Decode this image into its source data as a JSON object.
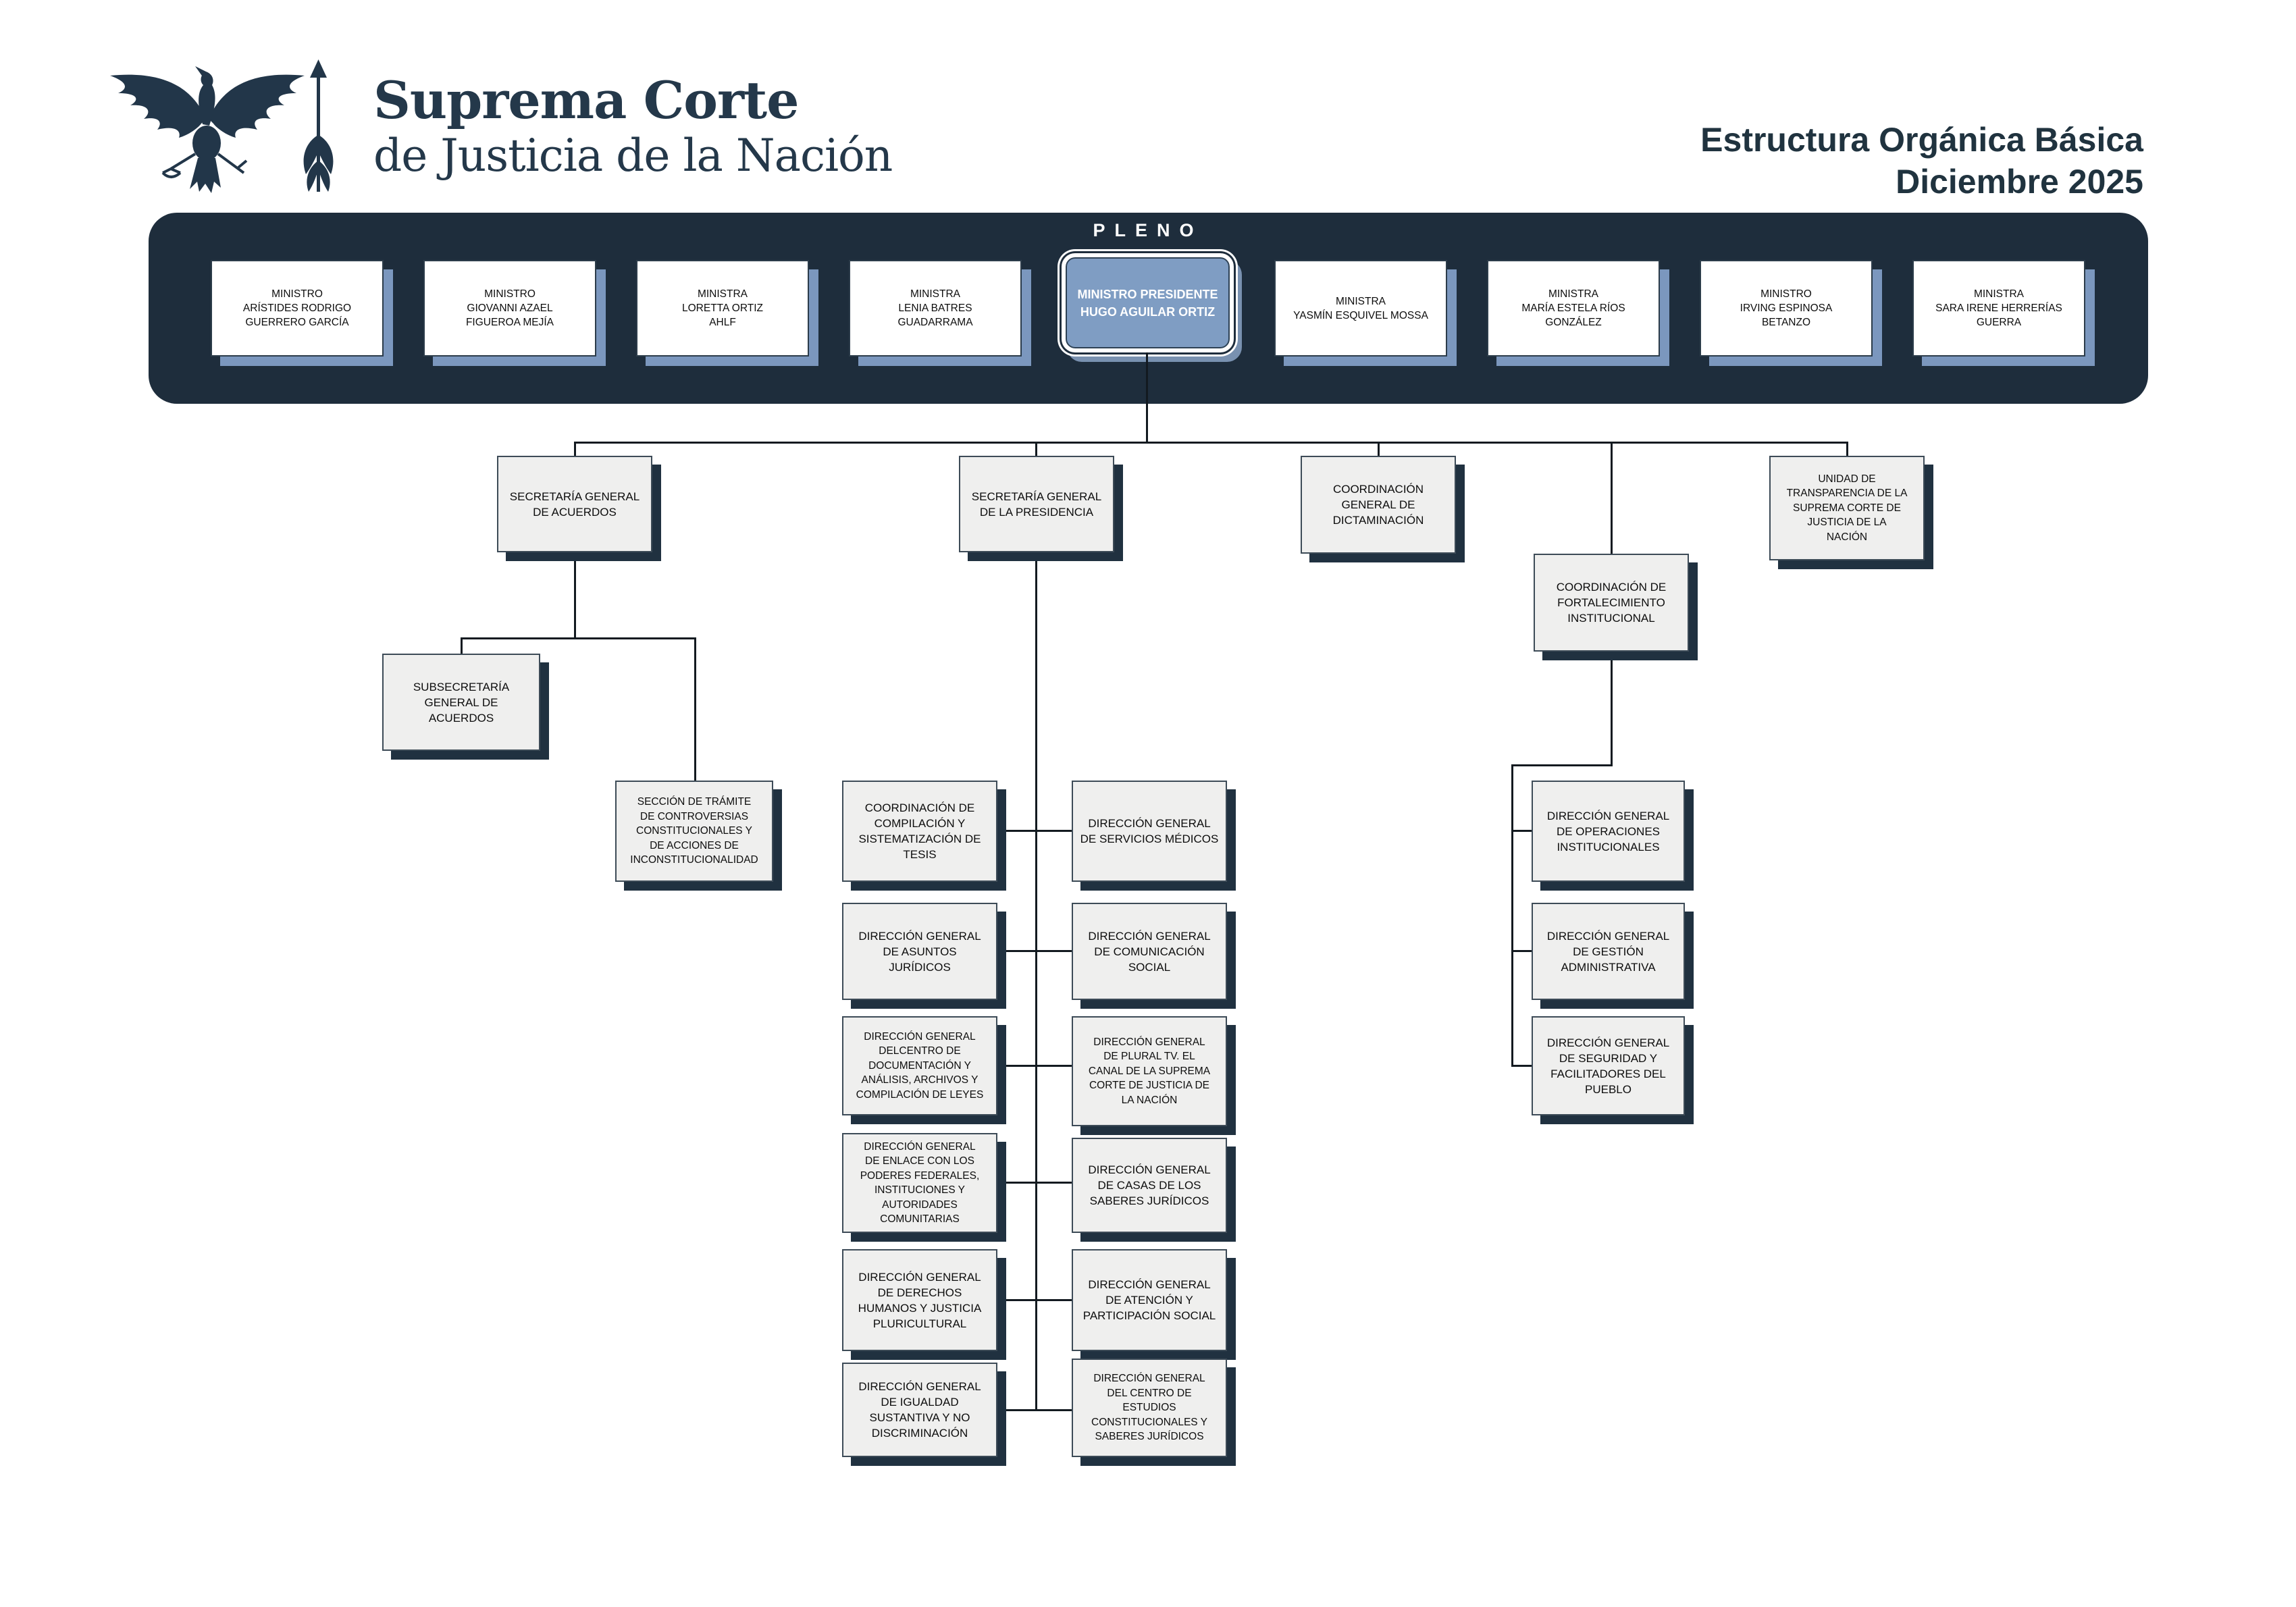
{
  "header": {
    "logo_icon": "eagle-justice-emblem-icon",
    "brand_line1": "Suprema Corte",
    "brand_line2": "de Justicia de la Nación",
    "doc_title_line1": "Estructura Orgánica Básica",
    "doc_title_line2": "Diciembre 2025"
  },
  "pleno": {
    "band_label": "PLENO",
    "ministers": [
      {
        "name": "MINISTRO\nARÍSTIDES RODRIGO\nGUERRERO GARCÍA",
        "presiding": false
      },
      {
        "name": "MINISTRO\nGIOVANNI AZAEL\nFIGUEROA MEJÍA",
        "presiding": false
      },
      {
        "name": "MINISTRA\nLORETTA ORTIZ\nAHLF",
        "presiding": false
      },
      {
        "name": "MINISTRA\nLENIA BATRES\nGUADARRAMA",
        "presiding": false
      },
      {
        "name": "MINISTRO PRESIDENTE\nHUGO AGUILAR ORTIZ",
        "presiding": true
      },
      {
        "name": "MINISTRA\nYASMÍN ESQUIVEL MOSSA",
        "presiding": false
      },
      {
        "name": "MINISTRA\nMARÍA ESTELA RÍOS\nGONZÁLEZ",
        "presiding": false
      },
      {
        "name": "MINISTRO\nIRVING ESPINOSA\nBETANZO",
        "presiding": false
      },
      {
        "name": "MINISTRA\nSARA IRENE HERRERÍAS\nGUERRA",
        "presiding": false
      }
    ]
  },
  "units": {
    "sga": {
      "label": "SECRETARÍA GENERAL\nDE ACUERDOS"
    },
    "sgp": {
      "label": "SECRETARÍA GENERAL\nDE LA PRESIDENCIA"
    },
    "cgd": {
      "label": "COORDINACIÓN\nGENERAL DE\nDICTAMINACIÓN"
    },
    "cfi": {
      "label": "COORDINACIÓN DE\nFORTALECIMIENTO\nINSTITUCIONAL"
    },
    "ut": {
      "label": "UNIDAD DE\nTRANSPARENCIA DE LA\nSUPREMA CORTE DE\nJUSTICIA DE LA\nNACIÓN"
    },
    "ssga": {
      "label": "SUBSECRETARÍA\nGENERAL DE\nACUERDOS"
    },
    "stccai": {
      "label": "SECCIÓN DE TRÁMITE\nDE CONTROVERSIAS\nCONSTITUCIONALES Y\nDE ACCIONES DE\nINCONSTITUCIONALIDAD"
    },
    "ccst": {
      "label": "COORDINACIÓN DE\nCOMPILACIÓN Y\nSISTEMATIZACIÓN DE\nTESIS"
    },
    "dgsm": {
      "label": "DIRECCIÓN GENERAL\nDE SERVICIOS MÉDICOS"
    },
    "dgaj": {
      "label": "DIRECCIÓN GENERAL\nDE ASUNTOS\nJURÍDICOS"
    },
    "dgcs": {
      "label": "DIRECCIÓN GENERAL\nDE COMUNICACIÓN\nSOCIAL"
    },
    "dgcdacl": {
      "label": "DIRECCIÓN GENERAL\nDELCENTRO DE\nDOCUMENTACIÓN Y\nANÁLISIS, ARCHIVOS Y\nCOMPILACIÓN DE LEYES"
    },
    "dgptv": {
      "label": "DIRECCIÓN GENERAL\nDE PLURAL TV. EL\nCANAL DE LA SUPREMA\nCORTE DE JUSTICIA DE\nLA NACIÓN"
    },
    "dgepf": {
      "label": "DIRECCIÓN GENERAL\nDE ENLACE CON LOS\nPODERES FEDERALES,\nINSTITUCIONES Y\nAUTORIDADES\nCOMUNITARIAS"
    },
    "dgcsj": {
      "label": "DIRECCIÓN GENERAL\nDE CASAS DE LOS\nSABERES JURÍDICOS"
    },
    "dgdhjp": {
      "label": "DIRECCIÓN GENERAL\nDE DERECHOS\nHUMANOS Y JUSTICIA\nPLURICULTURAL"
    },
    "dgaps": {
      "label": "DIRECCIÓN GENERAL\nDE ATENCIÓN Y\nPARTICIPACIÓN SOCIAL"
    },
    "dgisnd": {
      "label": "DIRECCIÓN GENERAL\nDE IGUALDAD\nSUSTANTIVA Y NO\nDISCRIMINACIÓN"
    },
    "dgcecsj": {
      "label": "DIRECCIÓN GENERAL\nDEL CENTRO DE\nESTUDIOS\nCONSTITUCIONALES Y\nSABERES JURÍDICOS"
    },
    "dgoi": {
      "label": "DIRECCIÓN GENERAL\nDE OPERACIONES\nINSTITUCIONALES"
    },
    "dgga": {
      "label": "DIRECCIÓN GENERAL\nDE GESTIÓN\nADMINISTRATIVA"
    },
    "dgsfp": {
      "label": "DIRECCIÓN GENERAL\nDE SEGURIDAD Y\nFACILITADORES DEL\nPUEBLO"
    }
  },
  "colors": {
    "band_navy": "#1e2d3c",
    "brand_text": "#24384a",
    "minister_shadow_blue": "#7b97be",
    "president_fill": "#7f9dc3",
    "unit_fill": "#efefee",
    "unit_shadow_navy": "#203140",
    "connector": "#131a20"
  }
}
